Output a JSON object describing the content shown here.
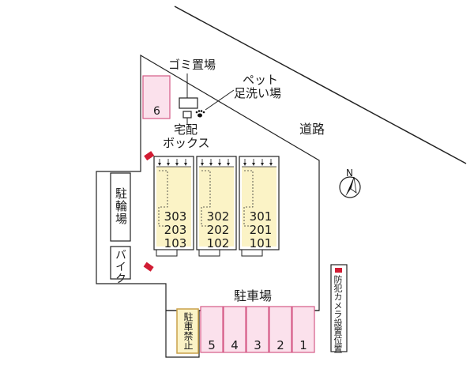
{
  "map": {
    "road_label": "道路",
    "garbage_label": "ゴミ置場",
    "pet_wash_label": [
      "ペット",
      "足洗い場"
    ],
    "delivery_box_label": [
      "宅配",
      "ボックス"
    ],
    "bicycle_parking_label": "駐輪場",
    "bike_label": "バイク",
    "parking_label": "駐車場",
    "no_parking_label": "駐車禁止",
    "camera_legend_label": "防犯カメラ設置位置",
    "north_label": "N",
    "separate_space": "6",
    "units": [
      {
        "rows": [
          "303",
          "203",
          "103"
        ]
      },
      {
        "rows": [
          "302",
          "202",
          "102"
        ]
      },
      {
        "rows": [
          "301",
          "201",
          "101"
        ]
      }
    ],
    "parking_spaces": [
      "5",
      "4",
      "3",
      "2",
      "1"
    ],
    "colors": {
      "building_fill": "#fbf3c6",
      "parking_fill": "#fbe1ec",
      "parking_edge": "#d65a87",
      "camera": "#d11c33",
      "no_parking_fill": "#fbf3c6",
      "no_parking_edge": "#c9a14a"
    }
  }
}
